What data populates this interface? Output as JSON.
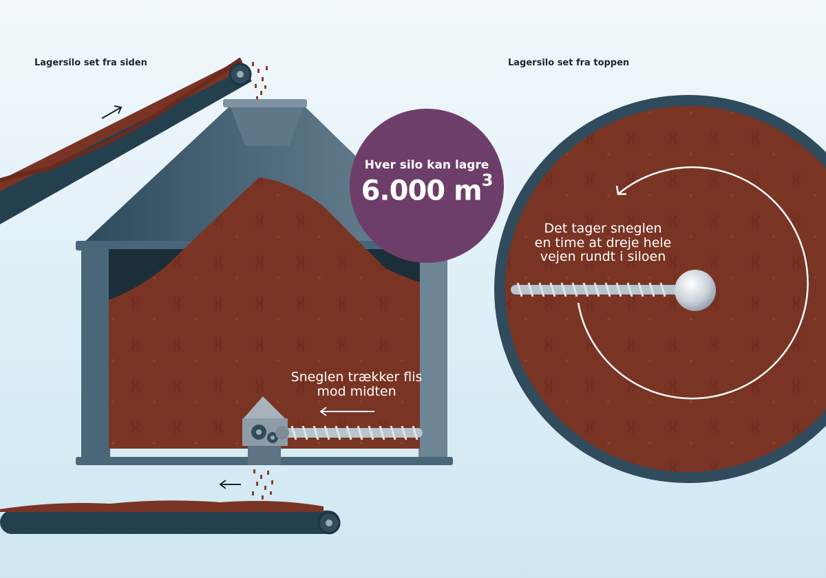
{
  "headings": {
    "side_view": "Lagersilo set fra siden",
    "top_view": "Lagersilo set fra toppen"
  },
  "capacity": {
    "label": "Hver silo kan lagre",
    "value": "6.000 m",
    "unit_superscript": "3"
  },
  "side_label": {
    "line1": "Sneglen trækker flis",
    "line2": "mod midten"
  },
  "top_label": {
    "line1": "Det tager sneglen",
    "line2": "en time at dreje hele",
    "line3": "vejen rundt i siloen"
  },
  "colors": {
    "background": "#e4f1f7",
    "wood_chips": "#7a3424",
    "silo_steel": "#5b7586",
    "silo_dark": "#223c4c",
    "badge": "#6e3e6a",
    "auger": "#b9c4cc"
  },
  "icons": [
    "arrow-up-right-icon",
    "arrow-left-icon",
    "gear-icon",
    "auger-icon",
    "circular-arrow-icon"
  ]
}
